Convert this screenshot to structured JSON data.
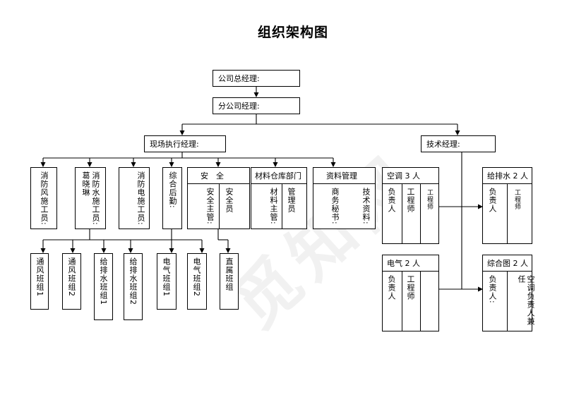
{
  "title": "组织架构图",
  "watermark": "觅知网",
  "managers": {
    "company_gm": "公司总经理:",
    "branch_gm": "分公司经理:",
    "site_exec": "现场执行经理:",
    "tech_mgr": "技术经理:"
  },
  "single_columns": {
    "vent_worker": "消防风施工员:",
    "water_worker": "消防水施工员:",
    "water_worker_name": "葛晓琳",
    "elec_worker": "消防电施工员:",
    "logistics": "综合后勤:"
  },
  "safety": {
    "header": "安　全",
    "col1": "安全主管:",
    "col2": "安全员"
  },
  "warehouse": {
    "header": "材料仓库部门",
    "col1": "材料主管:",
    "col2": "管理员"
  },
  "documents": {
    "header": "资料管理",
    "col1": "商务秘书:",
    "col2": "技术资料:"
  },
  "teams": [
    "通风班组1",
    "通风班组2",
    "给排水班组1",
    "给排水班组2",
    "电气班组1",
    "电气班组2",
    "直属班组"
  ],
  "tech_units": {
    "hvac": {
      "header": "空调 3 人",
      "col1": "负责人",
      "col2": "工程师",
      "col3": "工程师"
    },
    "plumbing": {
      "header": "给排水 2 人",
      "col1": "负责人",
      "col2": "工程师"
    },
    "electrical": {
      "header": "电气 2 人",
      "col1": "负责人",
      "col2": "工程师"
    },
    "composite": {
      "header": "综合图 2 人",
      "col1": "负责人:",
      "col2": "空调负责人兼任"
    }
  }
}
